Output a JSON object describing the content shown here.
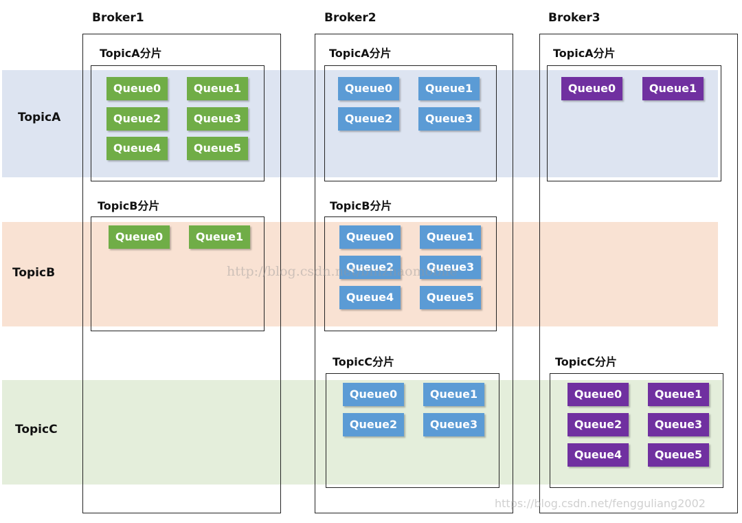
{
  "topics": [
    "TopicA",
    "TopicB",
    "TopicC"
  ],
  "brokers": [
    {
      "name": "Broker1",
      "shards": [
        {
          "title": "TopicA分片",
          "color": "#70ad47",
          "queues": [
            "Queue0",
            "Queue1",
            "Queue2",
            "Queue3",
            "Queue4",
            "Queue5"
          ]
        },
        {
          "title": "TopicB分片",
          "color": "#70ad47",
          "queues": [
            "Queue0",
            "Queue1"
          ]
        }
      ]
    },
    {
      "name": "Broker2",
      "shards": [
        {
          "title": "TopicA分片",
          "color": "#5b9bd5",
          "queues": [
            "Queue0",
            "Queue1",
            "Queue2",
            "Queue3"
          ]
        },
        {
          "title": "TopicB分片",
          "color": "#5b9bd5",
          "queues": [
            "Queue0",
            "Queue1",
            "Queue2",
            "Queue3",
            "Queue4",
            "Queue5"
          ]
        },
        {
          "title": "TopicC分片",
          "color": "#5b9bd5",
          "queues": [
            "Queue0",
            "Queue1",
            "Queue2",
            "Queue3"
          ]
        }
      ]
    },
    {
      "name": "Broker3",
      "shards": [
        {
          "title": "TopicA分片",
          "color": "#7030a0",
          "queues": [
            "Queue0",
            "Queue1"
          ]
        },
        {
          "title": "TopicC分片",
          "color": "#7030a0",
          "queues": [
            "Queue0",
            "Queue1",
            "Queue2",
            "Queue3",
            "Queue4",
            "Queue5"
          ]
        }
      ]
    }
  ],
  "band_colors": {
    "TopicA": "#dde4f1",
    "TopicB": "#f9e2d3",
    "TopicC": "#e4eedb"
  },
  "watermarks": [
    "http://blog.csdn.net/binzhaomobile",
    "https://blog.csdn.net/fengguliang2002"
  ]
}
